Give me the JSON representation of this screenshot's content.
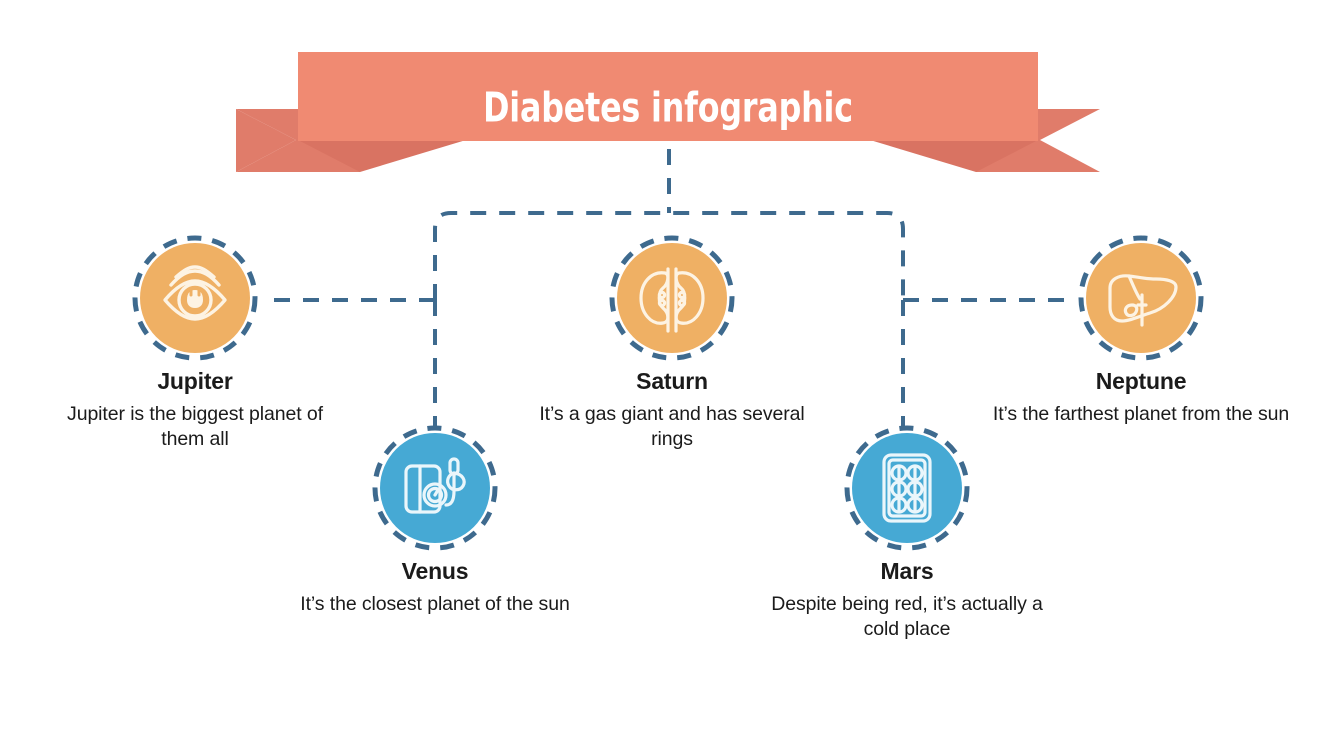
{
  "banner": {
    "title": "Diabetes infographic",
    "fill_color": "#F08A72",
    "fold_color": "#D97362",
    "tail_color": "#E07C6A",
    "text_color": "#FFFFFF"
  },
  "theme": {
    "background": "#FFFFFF",
    "orange": "#EFB064",
    "blue": "#46A9D4",
    "dash_color": "#3E6A8E",
    "icon_stroke": "#FDF3E3",
    "icon_stroke_blue": "#EAF6FB",
    "text_color": "#1B1B1B"
  },
  "nodes": [
    {
      "id": "jupiter",
      "title": "Jupiter",
      "description": "Jupiter is the biggest planet of them all",
      "icon": "eye-icon",
      "color": "#EFB064",
      "row": "top"
    },
    {
      "id": "venus",
      "title": "Venus",
      "description": "It’s the closest planet of the sun",
      "icon": "blood-pressure-monitor-icon",
      "color": "#46A9D4",
      "row": "bottom"
    },
    {
      "id": "saturn",
      "title": "Saturn",
      "description": "It’s a gas giant and has several rings",
      "icon": "kidneys-icon",
      "color": "#EFB064",
      "row": "top"
    },
    {
      "id": "mars",
      "title": "Mars",
      "description": "Despite being red, it’s actually a cold place",
      "icon": "pill-blister-pack-icon",
      "color": "#46A9D4",
      "row": "bottom"
    },
    {
      "id": "neptune",
      "title": "Neptune",
      "description": "It’s the farthest planet from the sun",
      "icon": "liver-icon",
      "color": "#EFB064",
      "row": "top"
    }
  ]
}
